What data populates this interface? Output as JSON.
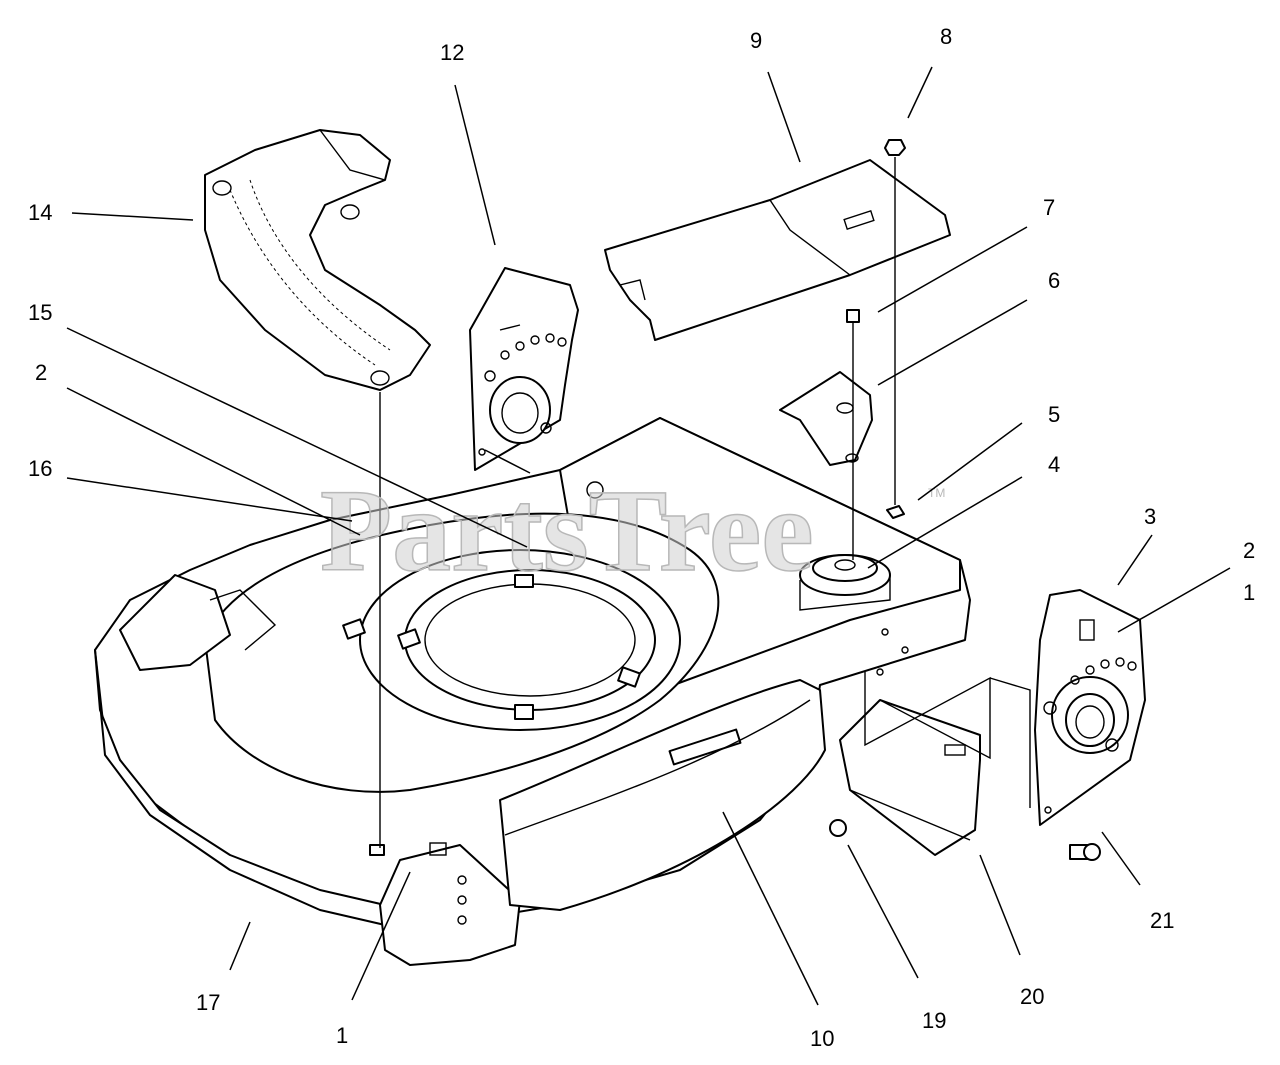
{
  "callouts": {
    "c1_top_right": "1",
    "c1_bottom": "1",
    "c2_left": "2",
    "c2_right": "2",
    "c3": "3",
    "c4": "4",
    "c5": "5",
    "c6": "6",
    "c7": "7",
    "c8": "8",
    "c9": "9",
    "c10": "10",
    "c12": "12",
    "c14": "14",
    "c15": "15",
    "c16": "16",
    "c17": "17",
    "c19": "19",
    "c20": "20",
    "c21": "21"
  },
  "watermark": {
    "text": "PartsTree",
    "trademark": "TM"
  }
}
